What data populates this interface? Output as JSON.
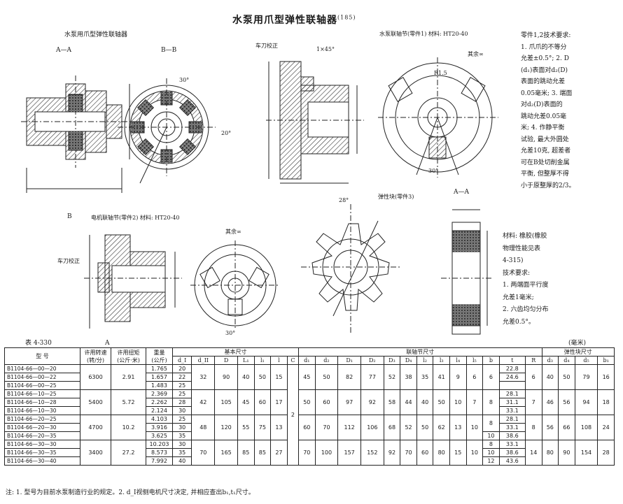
{
  "title": "水泵用爪型弹性联轴器",
  "title_ref": "(185)",
  "views": {
    "assembly_title": "水泵用爪型弹性联轴器",
    "section_aa": "A—A",
    "section_bb": "B—B",
    "part1_title": "水泵联轴节(零件1)  材料: HT20-40",
    "part2_title": "电机联轴节(零件2)  材料: HT20-40",
    "part3_title": "弹性块(零件3)",
    "part3_section": "A—A",
    "turn_correction": "车刀校正",
    "others": "其余∞",
    "chamfer": "1×45°",
    "angle_30": "30°",
    "angle_20": "20°",
    "angle_28": "28°",
    "radius": "R1.5",
    "label_a": "A",
    "label_b": "B"
  },
  "notes": {
    "part12": [
      "零件1,2技术要求:",
      "1. 爪爪的不等分",
      "允差±0.5°; 2. D",
      "(d₁)表面对d₂(D)",
      "表面的跳动允差",
      "0.05毫米; 3. 端面",
      "对d₂(D)表面的",
      "跳动允差0.05毫",
      "米; 4. 作静平衡",
      "试验, 最大外圆处",
      "允差10克, 超差者",
      "可在B处切削金属",
      "平衡, 但整厚不得",
      "小于原整厚的2/3。"
    ],
    "part3": [
      "材料: 橡胶(橡胶",
      "物理性能见表",
      "4-315)",
      "技术要求:",
      "1. 两端面平行度",
      "允差1毫米;",
      "2. 六齿均匀分布",
      "允差0.5°。"
    ]
  },
  "table": {
    "number": "表 4-330",
    "unit": "(毫米)",
    "group_headers": [
      "基本尺寸",
      "联轴节尺寸",
      "弹性块尺寸"
    ],
    "fixed_headers": [
      "型  号",
      "许用转速\n(转/分)",
      "许用扭矩\n(公斤·米)",
      "重量\n(公斤)"
    ],
    "col_headers": [
      "d_I",
      "d_II",
      "D",
      "L₁",
      "l₁",
      "l",
      "C",
      "d₁",
      "d₂",
      "D₁",
      "D₂",
      "D₃",
      "D₄",
      "l₂",
      "l₃",
      "l₄",
      "l₅",
      "b",
      "t",
      "R",
      "d₃",
      "d₄",
      "d₅",
      "b₁"
    ],
    "groups": [
      {
        "models": [
          "B1104-66—00—20",
          "B1104-66—00—22",
          "B1104-66—00—25"
        ],
        "speed": "6300",
        "torque": "2.91",
        "weights": [
          "1.765",
          "1.657",
          "1.483"
        ],
        "dI": [
          "20",
          "22",
          "25"
        ],
        "dII": "32",
        "D": "90",
        "L1": "40",
        "l1": "50",
        "l": "15",
        "d1": "45",
        "d2": "50",
        "D1": "82",
        "D2": "77",
        "D3": "52",
        "D4": "38",
        "l2": "35",
        "l3": "41",
        "l4": "9",
        "l5": "6",
        "b": "6",
        "t": [
          "22.8",
          "24.6",
          ""
        ],
        "R": "6",
        "d3": "40",
        "d4": "50",
        "d5": "79",
        "b1": "16"
      },
      {
        "models": [
          "B1104-66—10—25",
          "B1104-66—10—28",
          "B1104-66—10—30"
        ],
        "speed": "5400",
        "torque": "5.72",
        "weights": [
          "2.369",
          "2.262",
          "2.124"
        ],
        "dI": [
          "25",
          "28",
          "30"
        ],
        "dII": "42",
        "D": "105",
        "L1": "45",
        "l1": "60",
        "l": "17",
        "d1": "50",
        "d2": "60",
        "D1": "97",
        "D2": "92",
        "D3": "58",
        "D4": "44",
        "l2": "40",
        "l3": "50",
        "l4": "10",
        "l5": "7",
        "b": "8",
        "t": [
          "28.1",
          "31.1",
          "33.1"
        ],
        "R": "7",
        "d3": "46",
        "d4": "56",
        "d5": "94",
        "b1": "18"
      },
      {
        "models": [
          "B1104-66—20—25",
          "B1104-66—20—30",
          "B1104-66—20—35"
        ],
        "speed": "4700",
        "torque": "10.2",
        "weights": [
          "4.103",
          "3.916",
          "3.625"
        ],
        "dI": [
          "25",
          "30",
          "35"
        ],
        "dII": "48",
        "D": "120",
        "L1": "55",
        "l1": "75",
        "l": "13",
        "d1": "60",
        "d2": "70",
        "D1": "112",
        "D2": "106",
        "D3": "68",
        "D4": "52",
        "l2": "50",
        "l3": "62",
        "l4": "13",
        "l5": "10",
        "b": "8",
        "b_extra": "10",
        "t": [
          "28.1",
          "33.1",
          "38.6"
        ],
        "R": "8",
        "d3": "56",
        "d4": "66",
        "d5": "108",
        "b1": "24"
      },
      {
        "models": [
          "B1104-66—30—30",
          "B1104-66—30—35",
          "B1104-66—30—40"
        ],
        "speed": "3400",
        "torque": "27.2",
        "weights": [
          "10.203",
          "8.573",
          "7.992"
        ],
        "dI": [
          "30",
          "35",
          "40"
        ],
        "dII": "70",
        "D": "165",
        "L1": "85",
        "l1": "85",
        "l": "27",
        "d1": "70",
        "d2": "100",
        "D1": "157",
        "D2": "152",
        "D3": "92",
        "D4": "70",
        "l2": "60",
        "l3": "80",
        "l4": "15",
        "l5": "10",
        "b": "8",
        "b_extra2": "10",
        "b_extra3": "12",
        "t": [
          "33.1",
          "38.6",
          "43.6"
        ],
        "R": "14",
        "d3": "80",
        "d4": "90",
        "d5": "154",
        "b1": "28"
      }
    ],
    "C_value": "2"
  },
  "footnote": "注: 1. 型号为目前水泵制造行业的规定。2. d_I视侧电机尺寸决定, 并相应查出b₁,t₁尺寸。"
}
